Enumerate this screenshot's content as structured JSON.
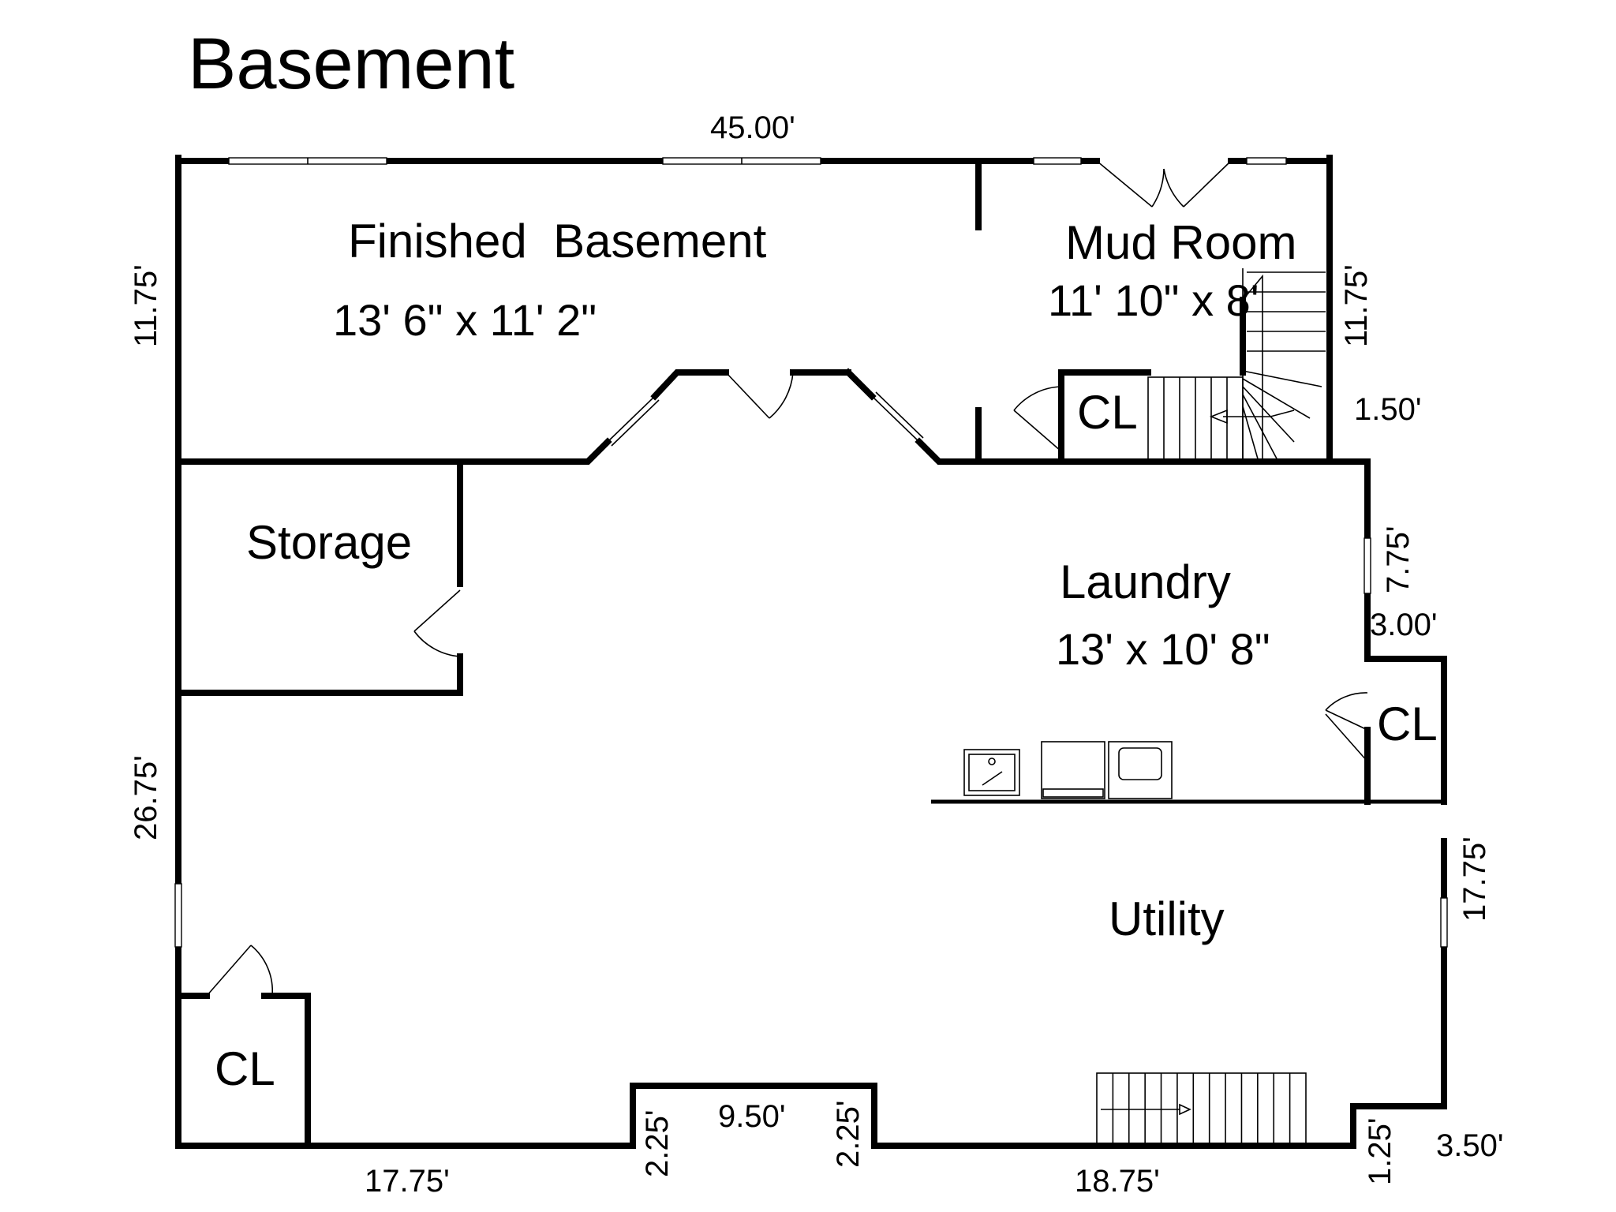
{
  "title": "Basement",
  "rooms": {
    "finished_basement": {
      "name": "Finished  Basement",
      "dims": "13' 6\" x 11' 2\""
    },
    "mud_room": {
      "name": "Mud Room",
      "dims": "11' 10\" x 8'"
    },
    "cl_mud": {
      "name": "CL"
    },
    "storage": {
      "name": "Storage"
    },
    "laundry": {
      "name": "Laundry",
      "dims": "13' x 10' 8\""
    },
    "cl_laundry": {
      "name": "CL"
    },
    "utility": {
      "name": "Utility"
    },
    "cl_bottom": {
      "name": "CL"
    }
  },
  "dimensions": {
    "top": "45.00'",
    "left_upper": "11.75'",
    "left_lower": "26.75'",
    "right_upper": "11.75'",
    "right_step": "1.50'",
    "right_laundry": "7.75'",
    "right_jog": "3.00'",
    "right_lower": "17.75'",
    "bottom_left": "17.75'",
    "bump_left": "2.25'",
    "bump_width": "9.50'",
    "bump_right": "2.25'",
    "bottom_right": "18.75'",
    "corner_drop": "1.25'",
    "corner_width": "3.50'"
  }
}
